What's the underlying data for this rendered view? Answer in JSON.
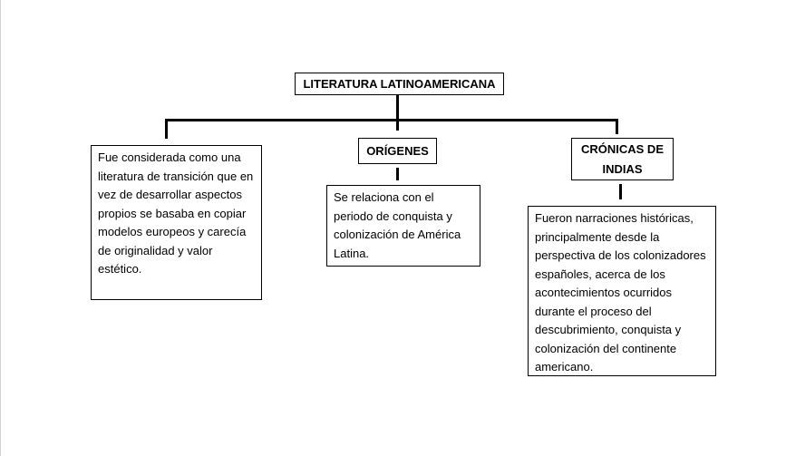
{
  "diagram": {
    "root": {
      "label": "LITERATURA LATINOAMERICANA"
    },
    "branches": [
      {
        "id": "left",
        "heading": "",
        "description": "Fue considerada como una literatura de transición que en vez de desarrollar aspectos propios se basaba en copiar modelos europeos y carecía de originalidad y valor estético."
      },
      {
        "id": "middle",
        "heading": "ORÍGENES",
        "description": "Se relaciona con el periodo de conquista y colonización de América Latina."
      },
      {
        "id": "right",
        "heading": "CRÓNICAS DE INDIAS",
        "description": "Fueron narraciones históricas, principalmente desde la perspectiva de los colonizadores españoles, acerca de los acontecimientos ocurridos durante el proceso del descubrimiento, conquista y colonización del continente americano."
      }
    ]
  },
  "colors": {
    "line": "#000000",
    "box_border": "#000000",
    "background": "#ffffff"
  }
}
